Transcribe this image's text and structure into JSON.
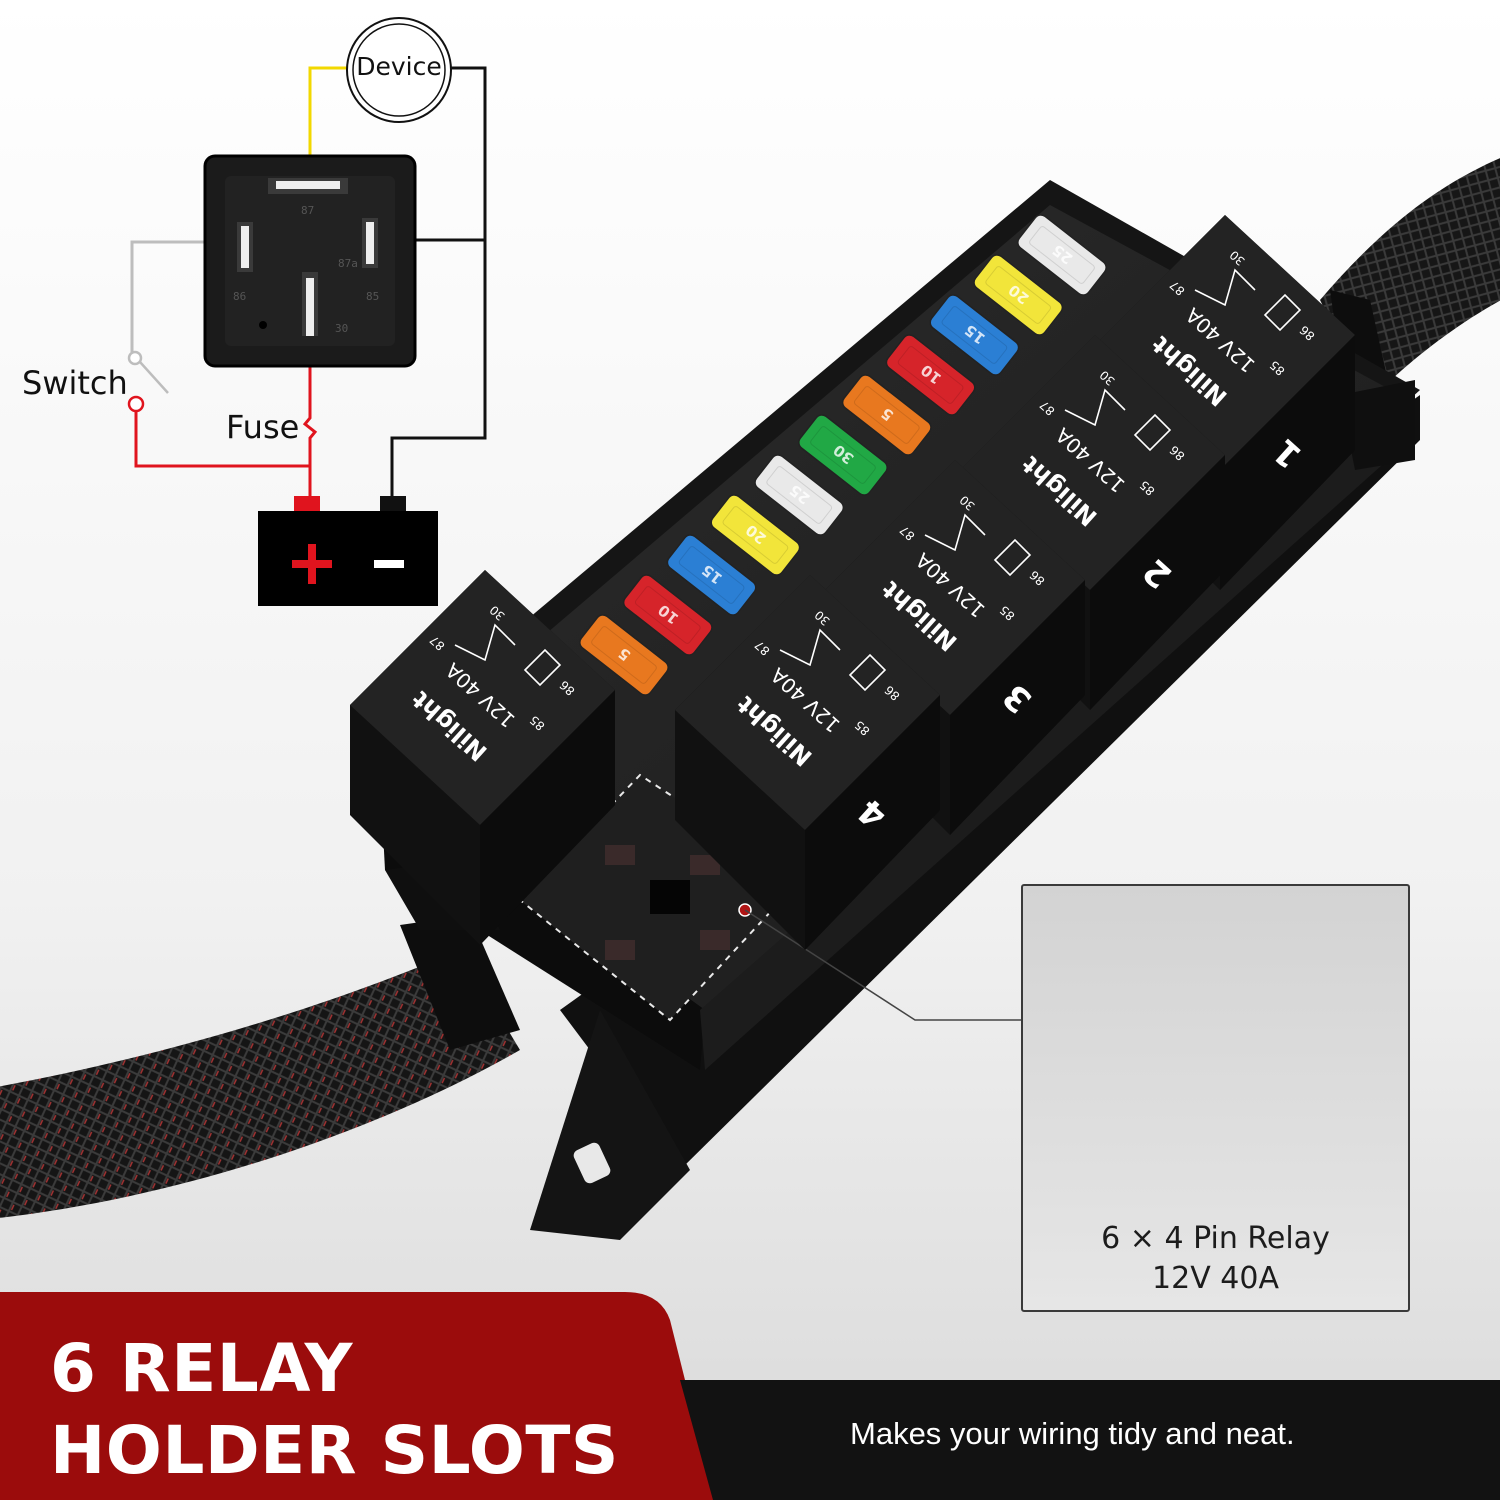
{
  "diagram": {
    "device_label": "Device",
    "switch_label": "Switch",
    "fuse_label": "Fuse",
    "relay_pins": [
      "87",
      "87a",
      "86",
      "85",
      "30"
    ]
  },
  "relay_callout": {
    "line1": "6 × 4 Pin Relay",
    "line2": "12V 40A"
  },
  "relays": [
    {
      "number": "1",
      "brand": "Nilight",
      "rating": "12V 40A",
      "pins": [
        "30",
        "87",
        "86",
        "85"
      ]
    },
    {
      "number": "2",
      "brand": "Nilight",
      "rating": "12V 40A",
      "pins": [
        "30",
        "87",
        "86",
        "85"
      ]
    },
    {
      "number": "3",
      "brand": "Nilight",
      "rating": "12V 40A",
      "pins": [
        "30",
        "87",
        "86",
        "85"
      ]
    },
    {
      "number": "4",
      "brand": "Nilight",
      "rating": "12V 40A",
      "pins": [
        "30",
        "87",
        "86",
        "85"
      ]
    },
    {
      "number": "",
      "brand": "Nilight",
      "rating": "12V 40A",
      "pins": [
        "30",
        "87",
        "86",
        "85"
      ]
    }
  ],
  "fuses": [
    {
      "rating": "25",
      "color": "#e9e9e9"
    },
    {
      "rating": "20",
      "color": "#f2e53a"
    },
    {
      "rating": "15",
      "color": "#2b7fd4"
    },
    {
      "rating": "10",
      "color": "#d6242a"
    },
    {
      "rating": "5",
      "color": "#e8781f"
    },
    {
      "rating": "30",
      "color": "#21a845"
    },
    {
      "rating": "25",
      "color": "#e9e9e9"
    },
    {
      "rating": "20",
      "color": "#f2e53a"
    },
    {
      "rating": "15",
      "color": "#2b7fd4"
    },
    {
      "rating": "10",
      "color": "#d6242a"
    },
    {
      "rating": "5",
      "color": "#e8781f"
    }
  ],
  "banner": {
    "headline_line1": "6 RELAY",
    "headline_line2": "HOLDER SLOTS",
    "tagline": "Makes your wiring tidy and neat."
  },
  "colors": {
    "banner_red": "#9b0c0c",
    "banner_dark": "#121212",
    "wire_red": "#e0141e",
    "wire_yellow": "#f2d800",
    "wire_black": "#111111",
    "wire_gray": "#bdbdbd"
  }
}
